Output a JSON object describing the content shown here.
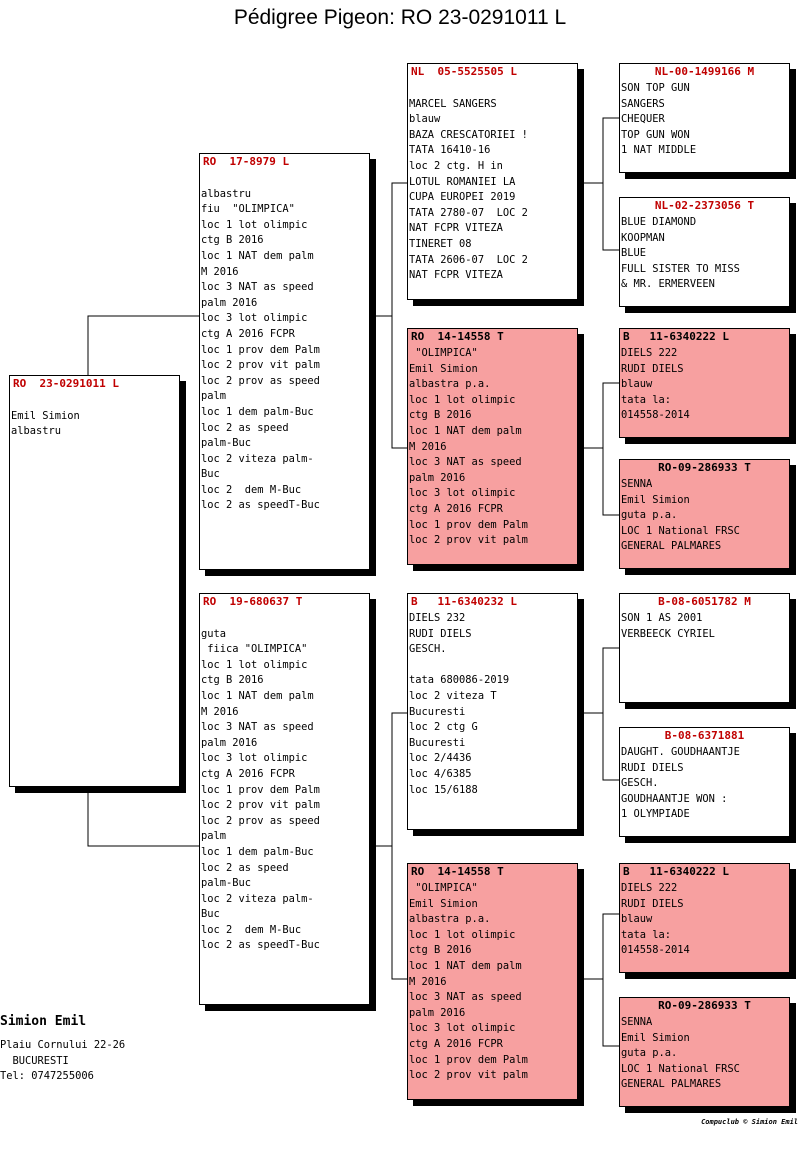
{
  "title": "Pédigree Pigeon: RO  23-0291011 L",
  "colors": {
    "ring_red": "#c00000",
    "dam_line_fill": "#f7a0a0"
  },
  "subject": {
    "ring": "RO  23-0291011 L",
    "lines": [
      "",
      "Emil Simion",
      "albastru"
    ]
  },
  "sire": {
    "ring": "RO  17-8979 L",
    "lines": [
      "",
      "albastru",
      "fiu  \"OLIMPICA\"",
      "loc 1 lot olimpic",
      "ctg B 2016",
      "loc 1 NAT dem palm",
      "M 2016",
      "loc 3 NAT as speed",
      "palm 2016",
      "loc 3 lot olimpic",
      "ctg A 2016 FCPR",
      "loc 1 prov dem Palm",
      "loc 2 prov vit palm",
      "loc 2 prov as speed",
      "palm",
      "loc 1 dem palm-Buc",
      "loc 2 as speed",
      "palm-Buc",
      "loc 2 viteza palm-",
      "Buc",
      "loc 2  dem M-Buc",
      "loc 2 as speedT-Buc"
    ]
  },
  "dam": {
    "ring": "RO  19-680637 T",
    "lines": [
      "",
      "guta",
      " fiica \"OLIMPICA\"",
      "loc 1 lot olimpic",
      "ctg B 2016",
      "loc 1 NAT dem palm",
      "M 2016",
      "loc 3 NAT as speed",
      "palm 2016",
      "loc 3 lot olimpic",
      "ctg A 2016 FCPR",
      "loc 1 prov dem Palm",
      "loc 2 prov vit palm",
      "loc 2 prov as speed",
      "palm",
      "loc 1 dem palm-Buc",
      "loc 2 as speed",
      "palm-Buc",
      "loc 2 viteza palm-",
      "Buc",
      "loc 2  dem M-Buc",
      "loc 2 as speedT-Buc"
    ]
  },
  "ss": {
    "ring": "NL  05-5525505 L",
    "lines": [
      "",
      "MARCEL SANGERS",
      "blauw",
      "BAZA CRESCATORIEI !",
      "TATA 16410-16",
      "loc 2 ctg. H in",
      "LOTUL ROMANIEI LA",
      "CUPA EUROPEI 2019",
      "TATA 2780-07  LOC 2",
      "NAT FCPR VITEZA",
      "TINERET 08",
      "TATA 2606-07  LOC 2",
      "NAT FCPR VITEZA"
    ]
  },
  "sd": {
    "ring": "RO  14-14558 T",
    "lines": [
      " \"OLIMPICA\"",
      "Emil Simion",
      "albastra p.a.",
      "loc 1 lot olimpic",
      "ctg B 2016",
      "loc 1 NAT dem palm",
      "M 2016",
      "loc 3 NAT as speed",
      "palm 2016",
      "loc 3 lot olimpic",
      "ctg A 2016 FCPR",
      "loc 1 prov dem Palm",
      "loc 2 prov vit palm"
    ]
  },
  "ds": {
    "ring": "B   11-6340232 L",
    "lines": [
      "DIELS 232",
      "RUDI DIELS",
      "GESCH.",
      "",
      "tata 680086-2019",
      "loc 2 viteza T",
      "Bucuresti",
      "loc 2 ctg G",
      "Bucuresti",
      "loc 2/4436",
      "loc 4/6385",
      "loc 15/6188"
    ]
  },
  "dd": {
    "ring": "RO  14-14558 T",
    "lines": [
      " \"OLIMPICA\"",
      "Emil Simion",
      "albastra p.a.",
      "loc 1 lot olimpic",
      "ctg B 2016",
      "loc 1 NAT dem palm",
      "M 2016",
      "loc 3 NAT as speed",
      "palm 2016",
      "loc 3 lot olimpic",
      "ctg A 2016 FCPR",
      "loc 1 prov dem Palm",
      "loc 2 prov vit palm"
    ]
  },
  "sss": {
    "ring": "NL-00-1499166 M",
    "lines": [
      "SON TOP GUN",
      "SANGERS",
      "CHEQUER",
      "TOP GUN WON",
      "1 NAT MIDDLE"
    ]
  },
  "ssd": {
    "ring": "NL-02-2373056 T",
    "lines": [
      "BLUE DIAMOND",
      "KOOPMAN",
      "BLUE",
      "FULL SISTER TO MISS",
      "& MR. ERMERVEEN"
    ]
  },
  "sds": {
    "ring": "B   11-6340222 L",
    "lines": [
      "DIELS 222",
      "RUDI DIELS",
      "blauw",
      "tata la:",
      "014558-2014"
    ]
  },
  "sdd": {
    "ring": "RO-09-286933 T",
    "lines": [
      "SENNA",
      "Emil Simion",
      "guta p.a.",
      "LOC 1 National FRSC",
      "GENERAL PALMARES"
    ]
  },
  "dss": {
    "ring": "B-08-6051782 M",
    "lines": [
      "SON 1 AS 2001",
      "VERBEECK CYRIEL"
    ]
  },
  "dsd": {
    "ring": "B-08-6371881",
    "lines": [
      "DAUGHT. GOUDHAANTJE",
      "RUDI DIELS",
      "GESCH.",
      "GOUDHAANTJE WON :",
      "1 OLYMPIADE"
    ]
  },
  "dds": {
    "ring": "B   11-6340222 L",
    "lines": [
      "DIELS 222",
      "RUDI DIELS",
      "blauw",
      "tata la:",
      "014558-2014"
    ]
  },
  "ddd": {
    "ring": "RO-09-286933 T",
    "lines": [
      "SENNA",
      "Emil Simion",
      "guta p.a.",
      "LOC 1 National FRSC",
      "GENERAL PALMARES"
    ]
  },
  "owner": {
    "name": "Simion Emil",
    "address": [
      "Plaiu Cornului 22-26",
      "  BUCURESTI",
      "Tel: 0747255006"
    ]
  },
  "footer": "Compuclub © Simion Emil"
}
